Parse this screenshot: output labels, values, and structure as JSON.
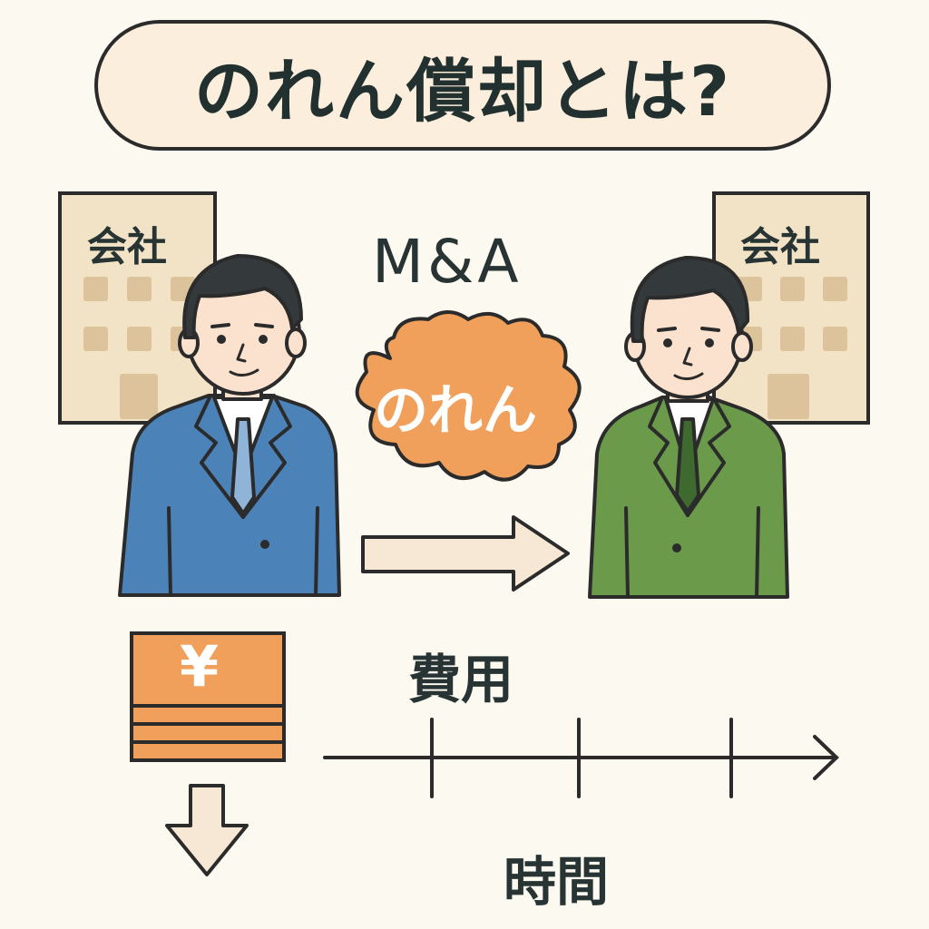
{
  "title": "のれん償却とは?",
  "labels": {
    "company_left": "会社",
    "company_right": "会社",
    "ma": "M&A",
    "goodwill": "のれん",
    "expense": "費用",
    "time": "時間",
    "currency_symbol": "¥"
  },
  "colors": {
    "background": "#fcf9f0",
    "outline": "#2b2b2b",
    "title_fill": "#fbeedd",
    "building_fill": "#f2e3c6",
    "window_fill": "#dcc39c",
    "blue_suit": "#4b82b8",
    "green_suit": "#6a9a4a",
    "orange_accent": "#f0a05a",
    "skin": "#fbe2ce",
    "hair": "#34393b"
  },
  "icons": [
    "building-icon",
    "businessman-icon",
    "cloud-icon",
    "right-arrow-icon",
    "money-stack-icon",
    "down-arrow-icon",
    "timeline-arrow-icon"
  ]
}
